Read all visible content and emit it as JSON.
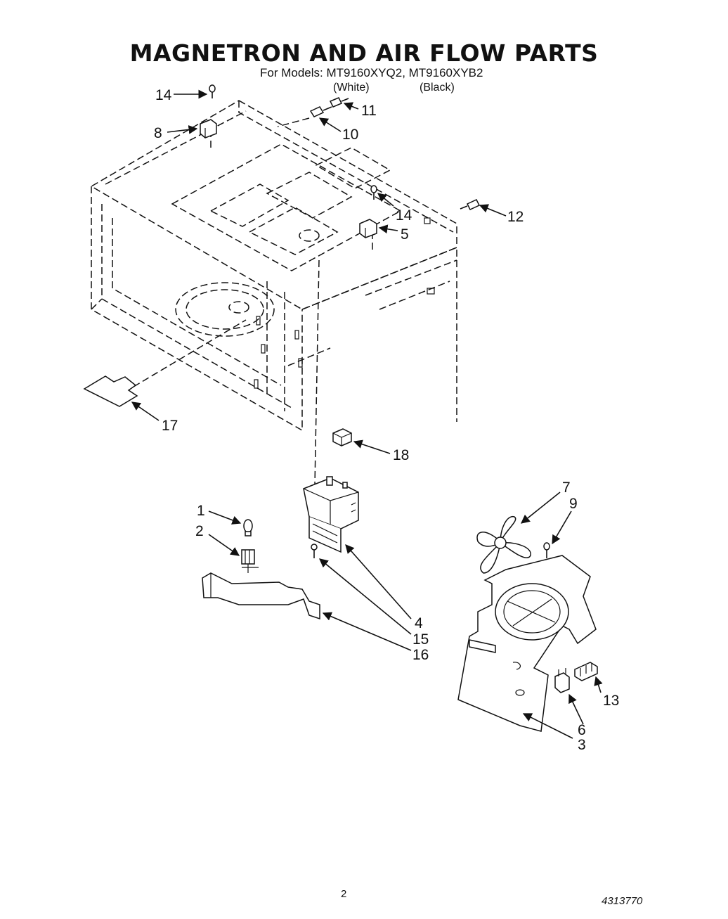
{
  "title": "MAGNETRON AND AIR FLOW PARTS",
  "models_line": "For Models: MT9160XYQ2, MT9160XYB2",
  "variant_white": "(White)",
  "variant_black": "(Black)",
  "callouts": {
    "c1": "1",
    "c2": "2",
    "c3": "3",
    "c4": "4",
    "c5": "5",
    "c6": "6",
    "c7": "7",
    "c8": "8",
    "c9": "9",
    "c10": "10",
    "c11": "11",
    "c12": "12",
    "c13": "13",
    "c14a": "14",
    "c14b": "14",
    "c15": "15",
    "c16": "16",
    "c17": "17",
    "c18": "18"
  },
  "page_number": "2",
  "doc_number": "4313770"
}
